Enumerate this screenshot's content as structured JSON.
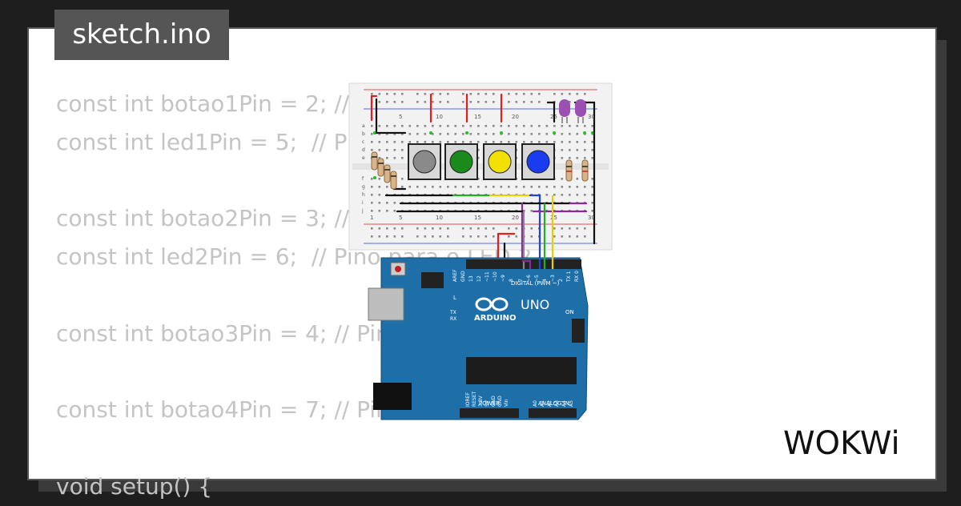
{
  "window": {
    "title": "sketch.ino"
  },
  "code_lines": [
    "const int botao1Pin = 2; // Pino do botão 1",
    "const int led1Pin = 5;  // Pino para o LED 1",
    "",
    "const int botao2Pin = 3; // Pino do botão 2",
    "const int led2Pin = 6;  // Pino para o LED 2",
    "",
    "const int botao3Pin = 4; // Pino do botão 3",
    "",
    "const int botao4Pin = 7; // Pino do botão 3",
    "",
    "void setup() {"
  ],
  "breadboard": {
    "column_labels": [
      "1",
      "5",
      "10",
      "15",
      "20",
      "25",
      "30"
    ],
    "row_labels": [
      "a",
      "b",
      "c",
      "d",
      "e",
      "f",
      "g",
      "h",
      "i",
      "j"
    ]
  },
  "buttons": [
    {
      "name": "gray",
      "color": "#8a8a8a"
    },
    {
      "name": "green",
      "color": "#1a8a1a"
    },
    {
      "name": "yellow",
      "color": "#f2e000"
    },
    {
      "name": "blue",
      "color": "#1a3cf0"
    }
  ],
  "leds": {
    "color": "#9b4fb0"
  },
  "arduino": {
    "board_color": "#1e6fa8",
    "model_label": "UNO",
    "brand_label": "ARDUINO",
    "digital_label": "DIGITAL (PWM ~)",
    "power_label": "POWER",
    "analog_label": "ANALOG IN",
    "on_label": "ON",
    "l_label": "L",
    "tx_label": "TX",
    "rx_label": "RX",
    "aref_label": "AREF",
    "gnd_label": "GND",
    "top_pins": [
      "13",
      "12",
      "~11",
      "~10",
      "~9",
      "8",
      "7",
      "~6",
      "~5",
      "4",
      "~3",
      "2",
      "TX 1",
      "RX 0"
    ],
    "power_pins": [
      "IOREF",
      "RESET",
      "3.3V",
      "5V",
      "GND",
      "GND",
      "Vin"
    ],
    "analog_pins": [
      "A0",
      "A1",
      "A2",
      "A3",
      "A4",
      "A5"
    ]
  },
  "logo": {
    "text": "WOKWi"
  },
  "colors": {
    "wire_red": "#e02020",
    "wire_black": "#111111",
    "wire_green": "#22b022",
    "wire_yellow": "#e8d000",
    "wire_blue": "#2040e0",
    "wire_purple": "#8a2aa0",
    "wire_gray": "#888888"
  }
}
